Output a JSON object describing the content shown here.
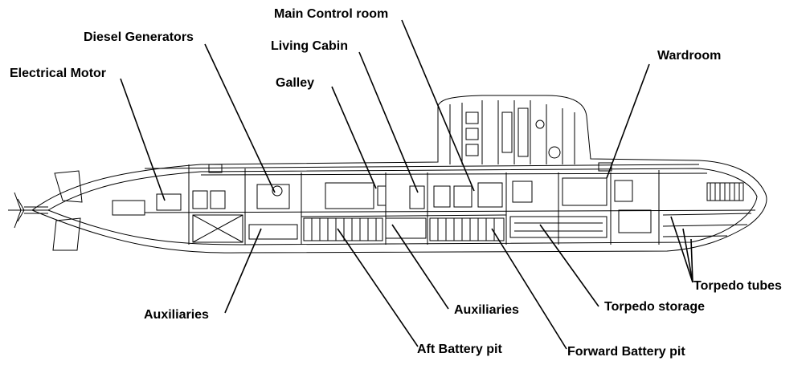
{
  "labels": {
    "main_control_room": "Main Control room",
    "diesel_generators": "Diesel Generators",
    "living_cabin": "Living Cabin",
    "electrical_motor": "Electrical Motor",
    "galley": "Galley",
    "wardroom": "Wardroom",
    "torpedo_tubes": "Torpedo tubes",
    "torpedo_storage": "Torpedo storage",
    "auxiliaries_aft": "Auxiliaries",
    "auxiliaries_mid": "Auxiliaries",
    "aft_battery_pit": "Aft Battery pit",
    "forward_battery_pit": "Forward Battery pit"
  },
  "colors": {
    "line": "#000000",
    "background": "#ffffff"
  }
}
